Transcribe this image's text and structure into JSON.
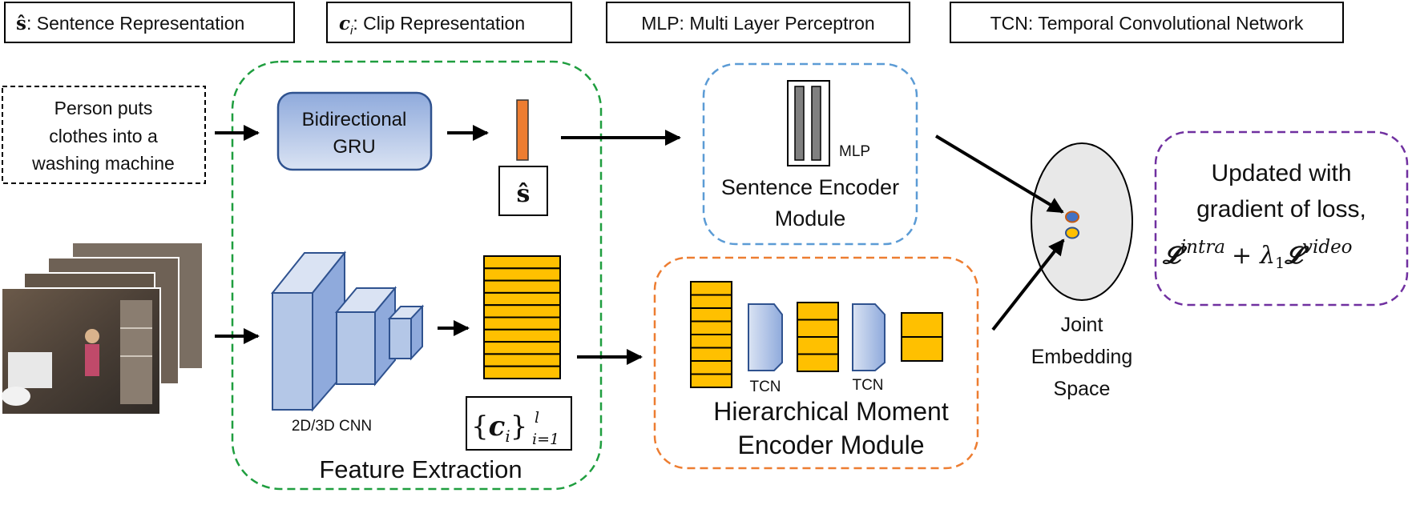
{
  "legend": {
    "s_hat": {
      "symbol": "ŝ",
      "text": ": Sentence Representation"
    },
    "c_i": {
      "symbol": "c",
      "subscript": "i",
      "text": ": Clip Representation"
    },
    "mlp": "MLP: Multi Layer Perceptron",
    "tcn": "TCN: Temporal Convolutional Network"
  },
  "input_sentence": [
    "Person puts",
    "clothes into a",
    "washing machine"
  ],
  "gru": [
    "Bidirectional",
    "GRU"
  ],
  "s_hat_label": "ŝ",
  "cnn_label": "2D/3D CNN",
  "clip_set": {
    "open": "{",
    "c": "c",
    "i": "i",
    "close": "}",
    "sup": "l",
    "sub": "i=1"
  },
  "feature_extraction": "Feature Extraction",
  "mlp_label": "MLP",
  "sentence_encoder": [
    "Sentence Encoder",
    "Module"
  ],
  "tcn_label": "TCN",
  "hierarchical_encoder": [
    "Hierarchical Moment",
    "Encoder Module"
  ],
  "joint_space": [
    "Joint",
    "Embedding",
    "Space"
  ],
  "update": {
    "lines": [
      "Updated with",
      "gradient of loss,"
    ],
    "loss": {
      "L1": "𝓛",
      "sup1": "intra",
      "plus": "+",
      "lambda": "λ",
      "lambda_sub": "1",
      "L2": "𝓛",
      "sup2": "video"
    }
  },
  "colors": {
    "feature_border": "#1f9e3f",
    "sentence_border": "#5b9bd5",
    "hierarchical_border": "#ed7d31",
    "update_border": "#7030a0",
    "clip_fill": "#ffc000",
    "sentence_vec_fill": "#ed7d31",
    "gru_fill": "#b4c7e7",
    "cnn_fill": "#b4c7e7",
    "dot_blue": "#4472c4",
    "dot_yellow": "#ffc000"
  }
}
